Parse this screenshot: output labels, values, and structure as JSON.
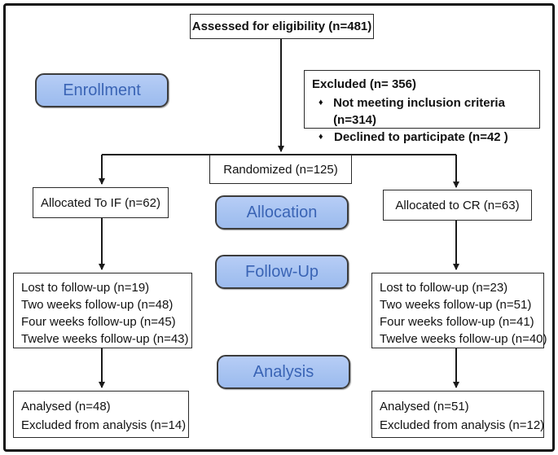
{
  "diagram": {
    "title": "CONSORT participant flow diagram",
    "assessed": "Assessed for eligibility (n=481)",
    "excluded": {
      "title": "Excluded (n= 356)",
      "items": [
        "Not meeting inclusion criteria (n=314)",
        "Declined to participate (n=42 )"
      ]
    },
    "randomized": "Randomized (n=125)",
    "stages": {
      "enrollment": "Enrollment",
      "allocation": "Allocation",
      "followup": "Follow-Up",
      "analysis": "Analysis"
    },
    "left_arm": {
      "allocated": "Allocated To IF (n=62)",
      "followup_lines": [
        "Lost to follow-up (n=19)",
        "Two weeks follow-up (n=48)",
        "Four weeks follow-up (n=45)",
        "Twelve weeks follow-up (n=43)"
      ],
      "analysis_lines": [
        "Analysed (n=48)",
        "Excluded from analysis (n=14)"
      ]
    },
    "right_arm": {
      "allocated": "Allocated to CR (n=63)",
      "followup_lines": [
        "Lost to follow-up (n=23)",
        "Two weeks follow-up (n=51)",
        "Four weeks follow-up (n=41)",
        "Twelve weeks follow-up (n=40)"
      ],
      "analysis_lines": [
        "Analysed (n=51)",
        "Excluded from analysis (n=12)"
      ]
    },
    "bullet": "♦",
    "colors": {
      "stage_fill": "#aac4f0",
      "stage_text": "#3a64b5",
      "box_border": "#2a2a2a",
      "connector": "#1a1a1a",
      "frame": "#111111"
    }
  }
}
